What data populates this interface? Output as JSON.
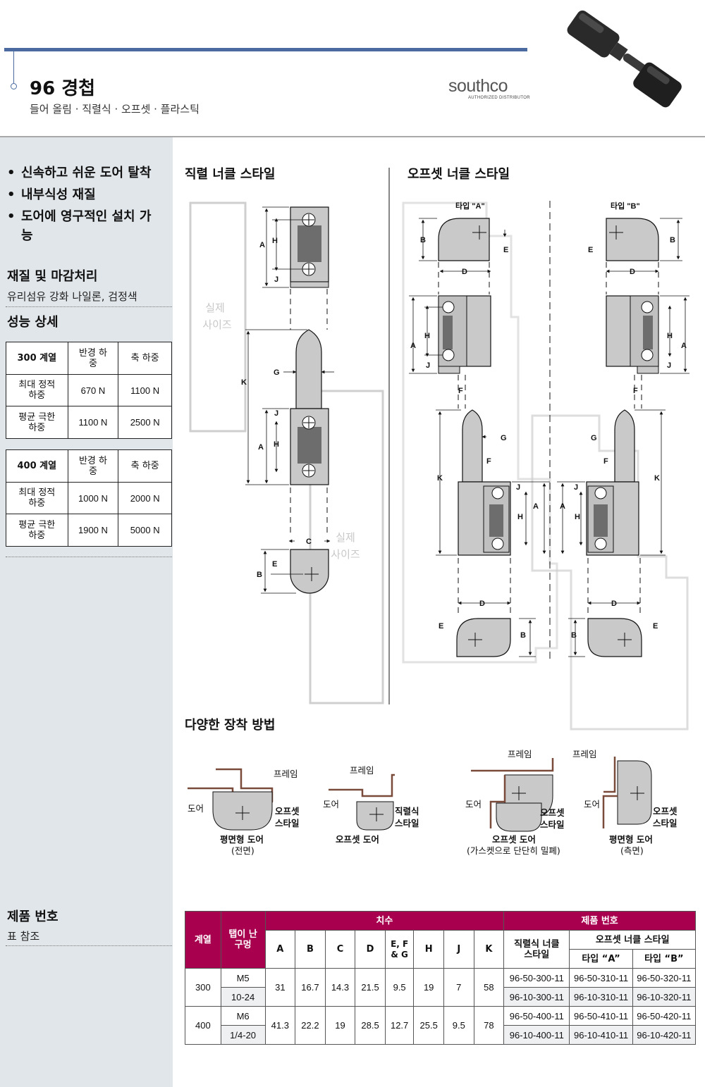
{
  "header": {
    "title": "96 경첩",
    "subtitle": "들어 올림 · 직렬식 · 오프셋 · 플라스틱",
    "logo": "southco",
    "logo_sub": "AUTHORIZED DISTRIBUTOR"
  },
  "sidebar": {
    "features": [
      "신속하고 쉬운 도어 탈착",
      "내부식성 재질",
      "도어에 영구적인 설치 가능"
    ],
    "material_title": "재질 및 마감처리",
    "material_text": "유리섬유 강화 나일론, 검정색",
    "performance_title": "성능 상세",
    "spec_tables": [
      {
        "series": "300 계열",
        "col1": "반경 하중",
        "col2": "축 하중",
        "rows": [
          {
            "label": "최대 정적 하중",
            "radial": "670 N",
            "axial": "1100 N"
          },
          {
            "label": "평균 극한 하중",
            "radial": "1100 N",
            "axial": "2500 N"
          }
        ]
      },
      {
        "series": "400 계열",
        "col1": "반경 하중",
        "col2": "축 하중",
        "rows": [
          {
            "label": "최대 정적 하중",
            "radial": "1000 N",
            "axial": "2000 N"
          },
          {
            "label": "평균 극한 하중",
            "radial": "1900 N",
            "axial": "5000 N"
          }
        ]
      }
    ],
    "part_number_title": "제품 번호",
    "part_number_text": "표 참조"
  },
  "diagrams": {
    "inline_title": "직렬 너클 스타일",
    "offset_title": "오프셋 너클 스타일",
    "type_a": "타입 \"A\"",
    "type_b": "타입 \"B\"",
    "actual_size": "실제",
    "actual_size2": "사이즈",
    "dims": {
      "a": "A",
      "b": "B",
      "c": "C",
      "d": "D",
      "e": "E",
      "f": "F",
      "g": "G",
      "h": "H",
      "j": "J",
      "k": "K"
    }
  },
  "mounting": {
    "title": "다양한 장착 방법",
    "frame": "프레임",
    "door": "도어",
    "offset_style": "오프셋",
    "offset_style2": "스타일",
    "inline_style": "직렬식",
    "inline_style2": "스타일",
    "cap1": "평면형 도어",
    "cap1b": "(전면)",
    "cap2": "오프셋 도어",
    "cap3": "오프셋 도어",
    "cap3b": "(가스켓으로 단단히 밀폐)",
    "cap4": "평면형 도어",
    "cap4b": "(측면)"
  },
  "product_table": {
    "h_series": "계열",
    "h_tap": "탭이 난 구멍",
    "h_dims": "치수",
    "h_part": "제품 번호",
    "dim_cols": [
      "A",
      "B",
      "C",
      "D",
      "E, F & G",
      "H",
      "J",
      "K"
    ],
    "h_inline": "직렬식 너클 스타일",
    "h_offset": "오프셋 너클 스타일",
    "h_type_a": "타입 “A”",
    "h_type_b": "타입 “B”",
    "rows": [
      {
        "series": "300",
        "dims": [
          "31",
          "16.7",
          "14.3",
          "21.5",
          "9.5",
          "19",
          "7",
          "58"
        ],
        "taps": [
          {
            "tap": "M5",
            "inline": "96-50-300-11",
            "a": "96-50-310-11",
            "b": "96-50-320-11"
          },
          {
            "tap": "10-24",
            "inline": "96-10-300-11",
            "a": "96-10-310-11",
            "b": "96-10-320-11"
          }
        ]
      },
      {
        "series": "400",
        "dims": [
          "41.3",
          "22.2",
          "19",
          "28.5",
          "12.7",
          "25.5",
          "9.5",
          "78"
        ],
        "taps": [
          {
            "tap": "M6",
            "inline": "96-50-400-11",
            "a": "96-50-410-11",
            "b": "96-50-420-11"
          },
          {
            "tap": "1/4-20",
            "inline": "96-10-400-11",
            "a": "96-10-410-11",
            "b": "96-10-420-11"
          }
        ]
      }
    ]
  }
}
